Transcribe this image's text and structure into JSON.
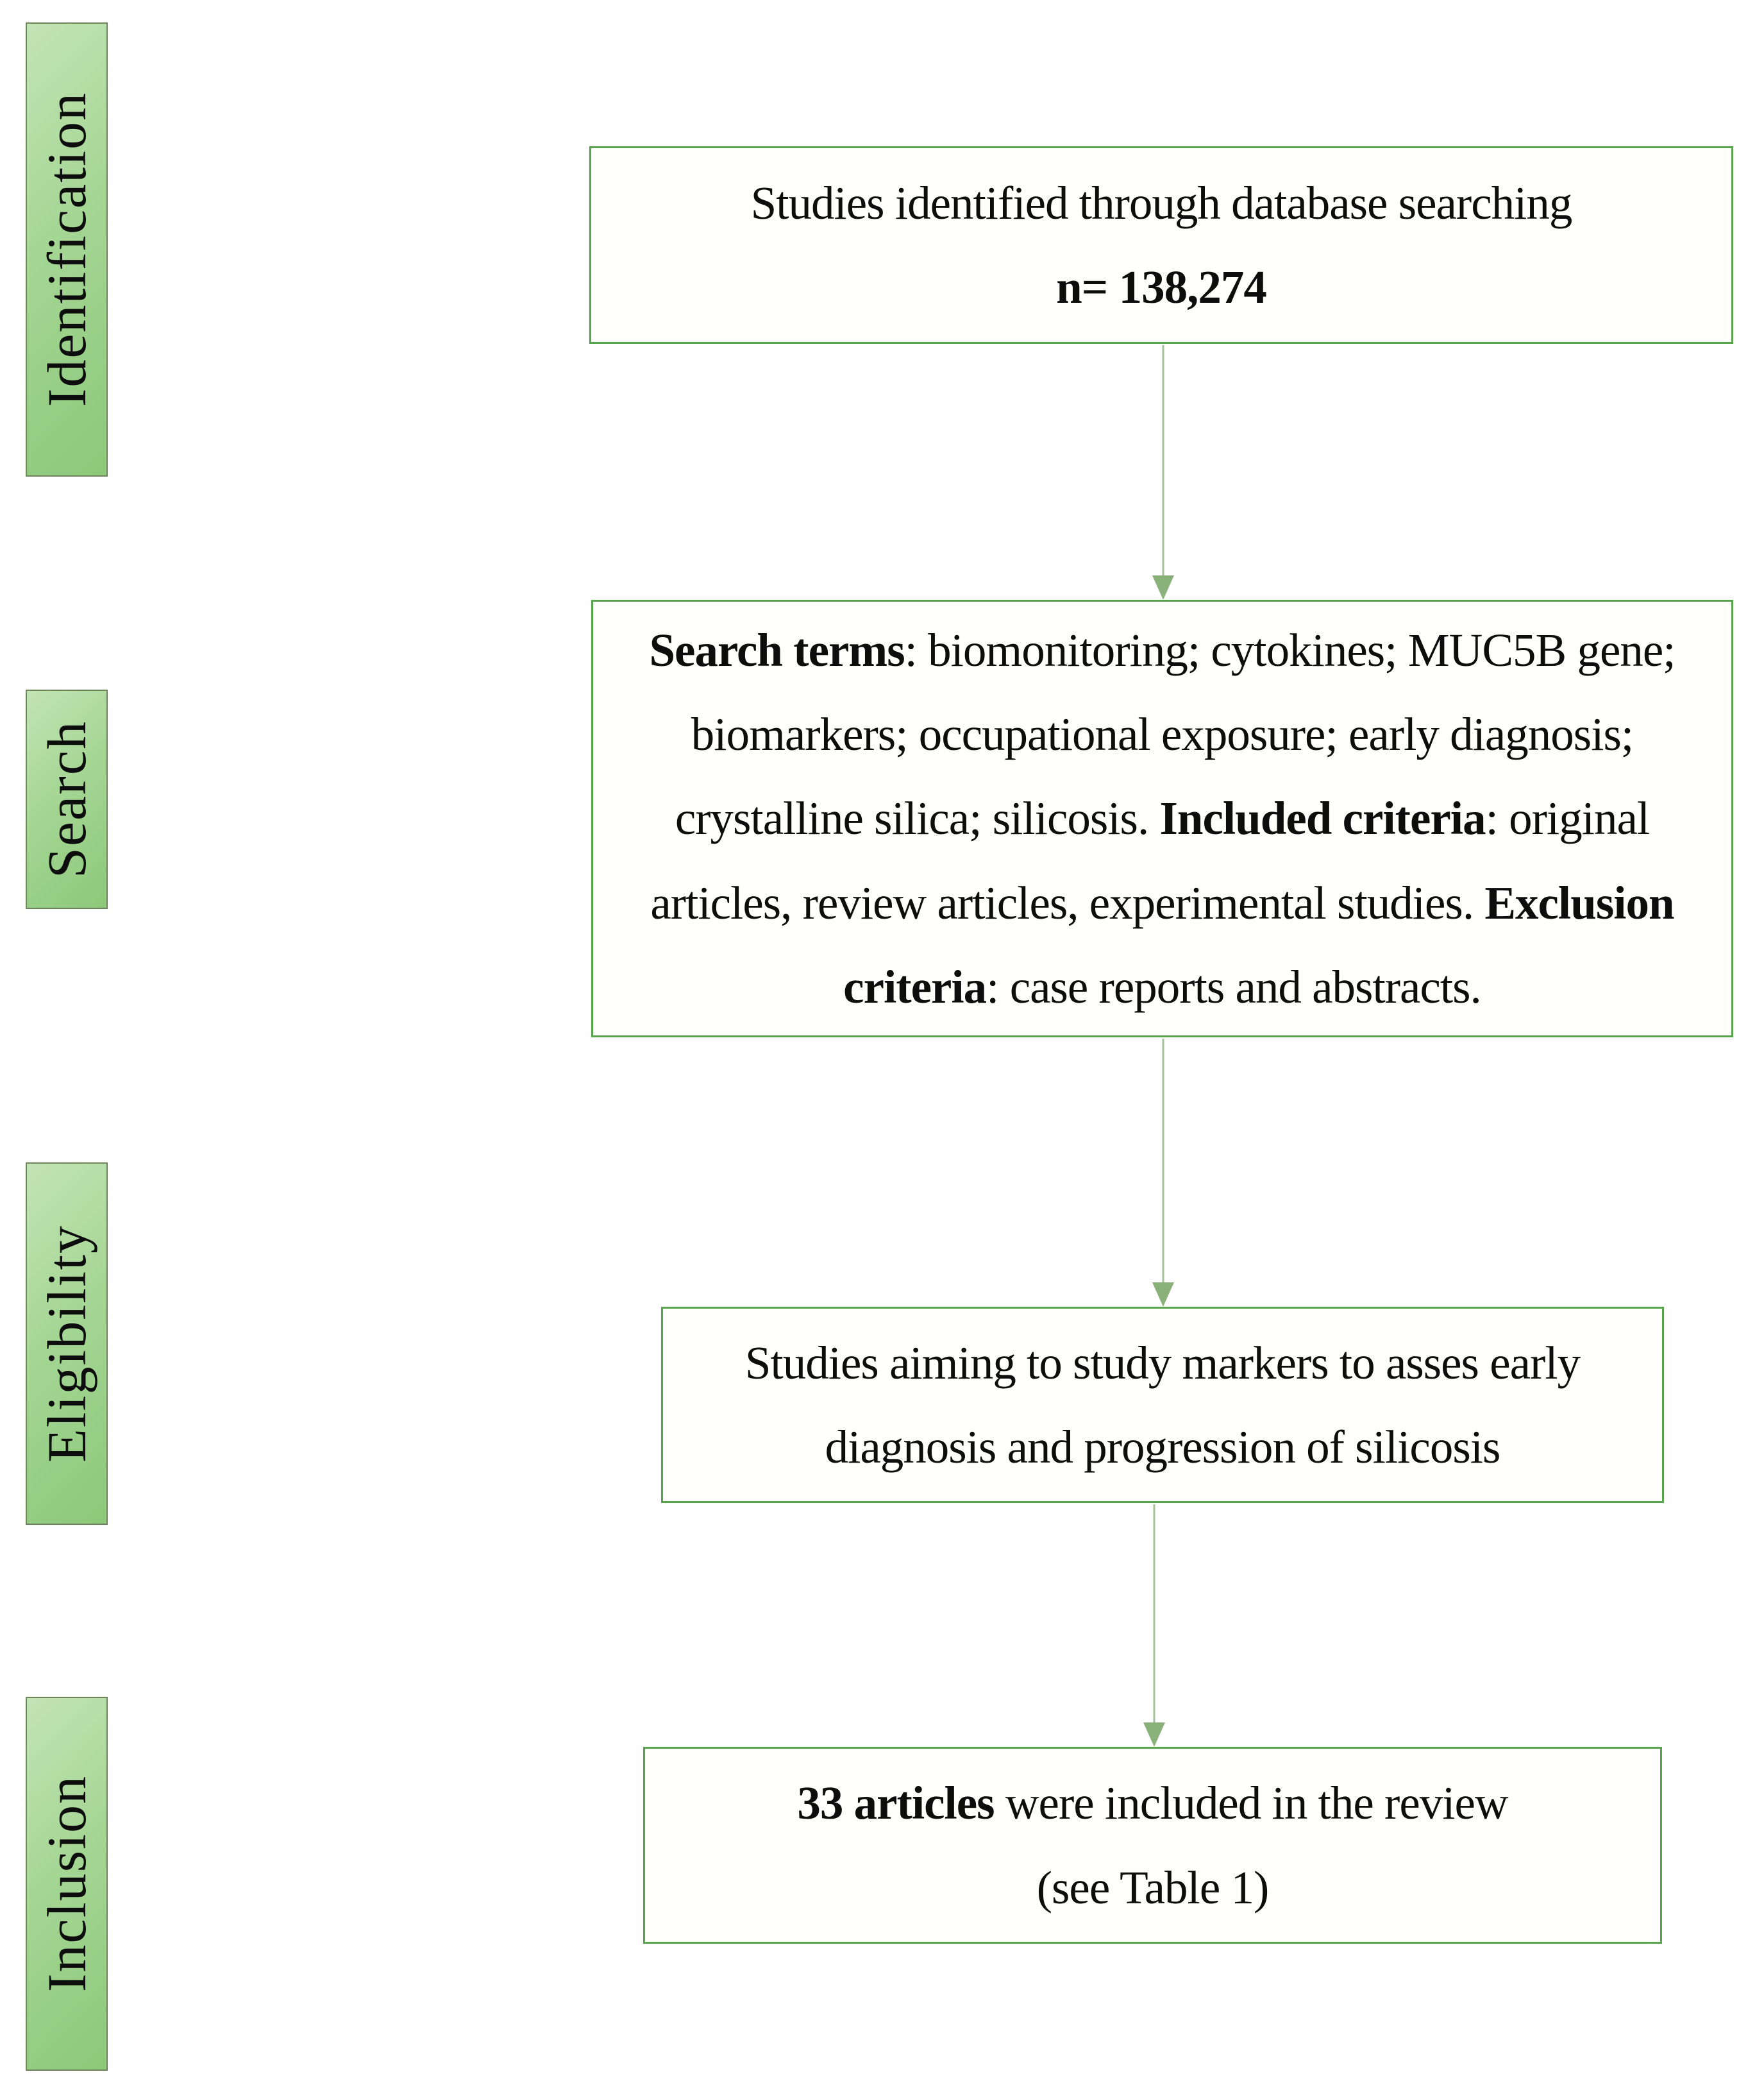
{
  "colors": {
    "box_border": "#57a44d",
    "box_fill": "#fefffd",
    "stage_fill_light": "#c3e4b5",
    "stage_fill_mid": "#a5d694",
    "stage_fill_dark": "#8cc87a",
    "stage_border": "#6e8559",
    "arrow_line": "#a3c295",
    "arrow_head": "#8bb17a",
    "text": "#0d0d0d"
  },
  "stages": [
    {
      "label": "Identification"
    },
    {
      "label": "Search"
    },
    {
      "label": "Eligibility"
    },
    {
      "label": "Inclusion"
    }
  ],
  "boxes": [
    {
      "name": "studies-identified",
      "segments": [
        {
          "text": "Studies identified through database searching",
          "bold": false
        },
        {
          "text": "n= 138,274",
          "bold": true,
          "newline": true
        }
      ]
    },
    {
      "name": "search-terms",
      "segments": [
        {
          "text": "Search terms",
          "bold": true
        },
        {
          "text": ": biomonitoring; cytokines; MUC5B gene; biomarkers; occupational exposure; early diagnosis; crystalline silica; silicosis. ",
          "bold": false
        },
        {
          "text": "Included criteria",
          "bold": true
        },
        {
          "text": ": original articles, review articles, experimental studies. ",
          "bold": false
        },
        {
          "text": "Exclusion criteria",
          "bold": true
        },
        {
          "text": ": case reports and abstracts.",
          "bold": false
        }
      ]
    },
    {
      "name": "eligibility-studies",
      "segments": [
        {
          "text": "Studies aiming to study markers to asses early diagnosis and progression of silicosis",
          "bold": false
        }
      ]
    },
    {
      "name": "included-articles",
      "segments": [
        {
          "text": "33 articles",
          "bold": true
        },
        {
          "text": " were included in the review",
          "bold": false
        },
        {
          "text": "(see Table 1)",
          "bold": false,
          "newline": true
        }
      ]
    }
  ]
}
